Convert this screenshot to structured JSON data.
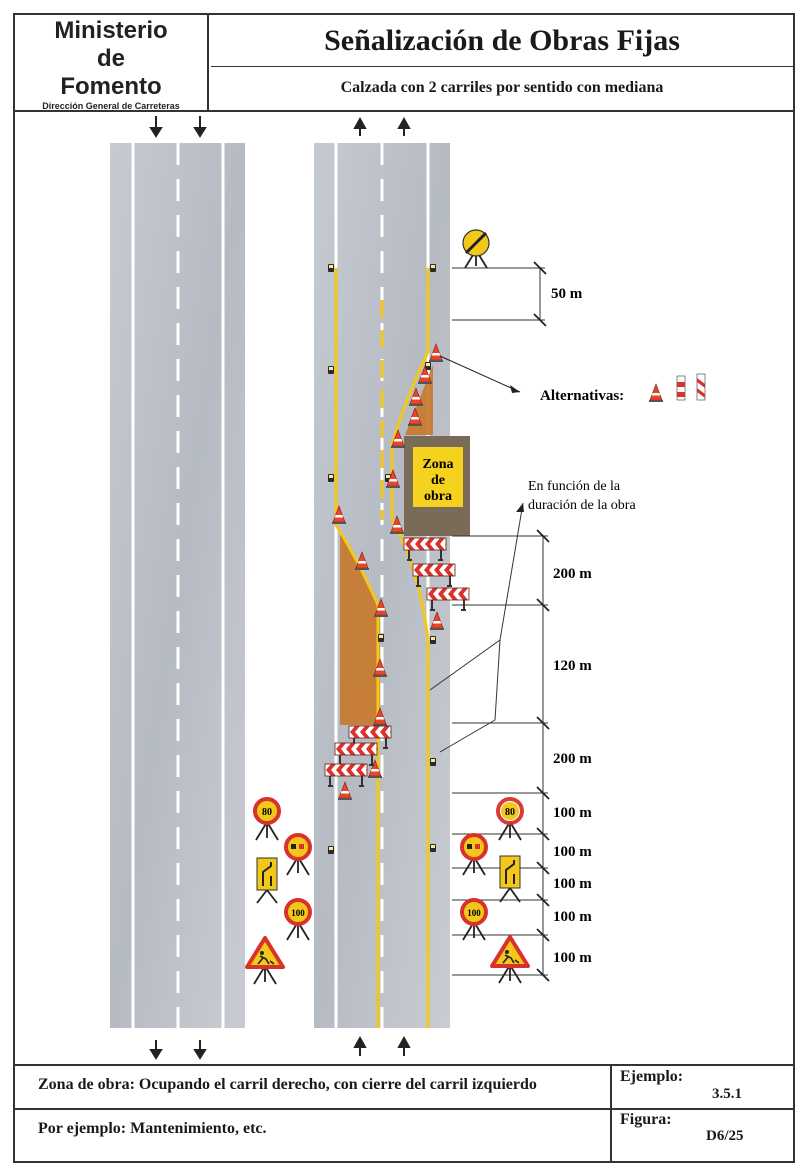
{
  "header": {
    "ministry_line1": "Ministerio",
    "ministry_line2": "de",
    "ministry_line3": "Fomento",
    "department": "Dirección General de Carreteras",
    "title": "Señalización de Obras Fijas",
    "subtitle": "Calzada con 2 carriles por sentido con mediana"
  },
  "diagram": {
    "work_zone_label_1": "Zona",
    "work_zone_label_2": "de",
    "work_zone_label_3": "obra",
    "alternatives_label": "Alternativas:",
    "duration_note_1": "En función de la",
    "duration_note_2": "duración de la obra",
    "distances": {
      "d_50": "50 m",
      "d_200a": "200 m",
      "d_120": "120 m",
      "d_200b": "200 m",
      "d_100a": "100 m",
      "d_100b": "100 m",
      "d_100c": "100 m",
      "d_100d": "100 m",
      "d_100e": "100 m"
    },
    "speed_80": "80",
    "speed_100": "100",
    "colors": {
      "road": "#bfc4cc",
      "yellow_line": "#f2c81a",
      "orange_taper": "#c8782a",
      "sign_red": "#d8322a",
      "work_zone_box": "#f5d21e",
      "work_zone_bg": "#7a6a58"
    }
  },
  "footer": {
    "zone_text": "Zona de obra: Ocupando el carril derecho, con cierre del carril izquierdo",
    "example_text": "Por ejemplo: Mantenimiento, etc.",
    "ejemplo_label": "Ejemplo:",
    "ejemplo_value": "3.5.1",
    "figura_label": "Figura:",
    "figura_value": "D6/25"
  }
}
